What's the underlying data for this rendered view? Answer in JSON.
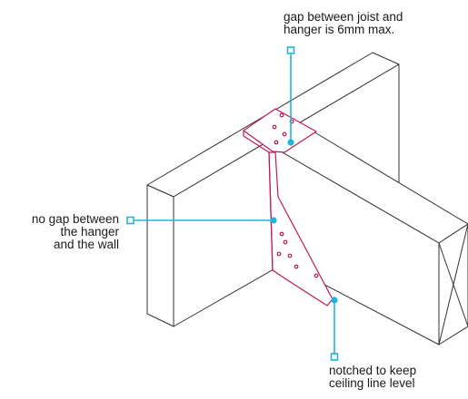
{
  "colors": {
    "outline": "#333333",
    "hanger": "#c2185b",
    "callout": "#1fb4d8"
  },
  "annotations": {
    "gap": [
      "gap between joist and",
      "hanger is 6mm max."
    ],
    "wall": [
      "no gap between",
      "the hanger",
      "and the wall"
    ],
    "notch": [
      "notched to keep",
      "ceiling line level"
    ]
  }
}
